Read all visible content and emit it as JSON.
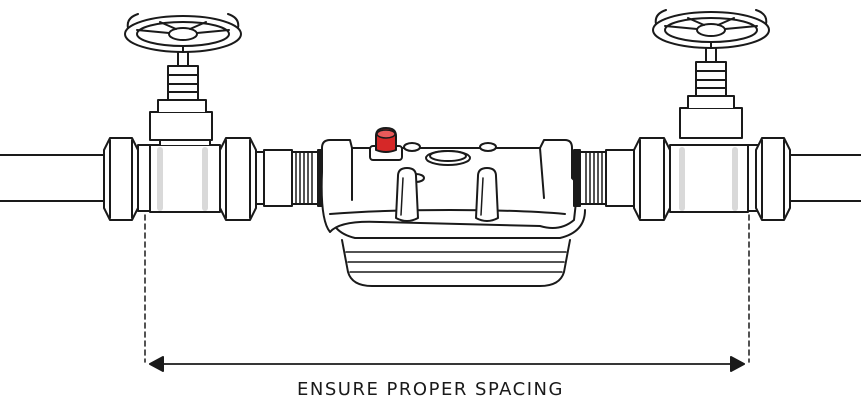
{
  "diagram": {
    "caption": "ENSURE PROPER SPACING",
    "colors": {
      "stroke": "#1a1a1a",
      "fill": "#ffffff",
      "shade": "#d9d9d9",
      "relief_button": "#d62828",
      "caption": "#1a1a1a"
    },
    "components": [
      "pipe",
      "gate-valve",
      "union-nut",
      "threaded-nipple",
      "filter-head",
      "relief-button",
      "filter-housing-ring",
      "spacing-arrow"
    ]
  }
}
